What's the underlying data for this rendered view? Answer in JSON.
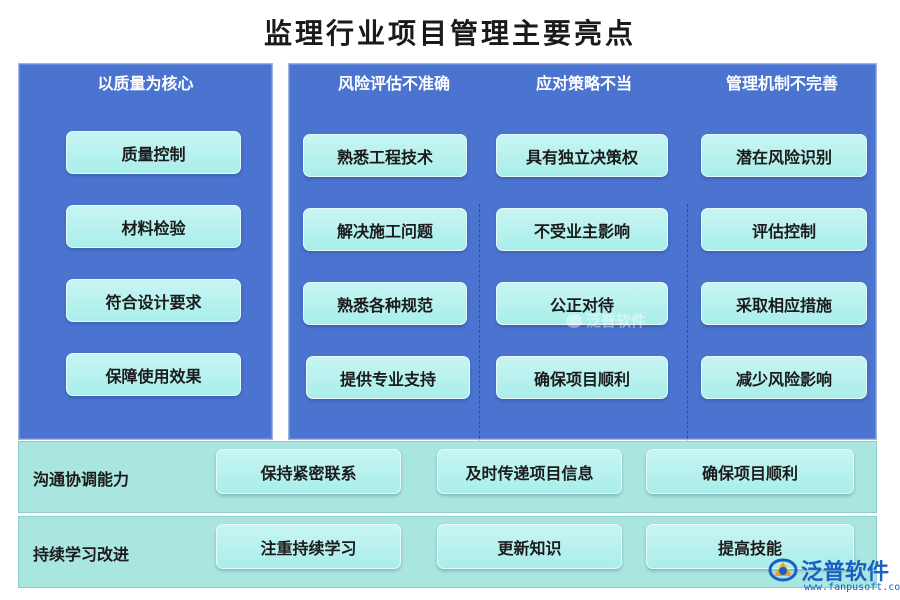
{
  "title": "监理行业项目管理主要亮点",
  "left_panel": {
    "heading": "以质量为核心",
    "items": [
      "质量控制",
      "材料检验",
      "符合设计要求",
      "保障使用效果"
    ]
  },
  "right_panel": {
    "columns": [
      {
        "heading": "风险评估不准确",
        "items": [
          "熟悉工程技术",
          "解决施工问题",
          "熟悉各种规范",
          "提供专业支持"
        ]
      },
      {
        "heading": "应对策略不当",
        "items": [
          "具有独立决策权",
          "不受业主影响",
          "公正对待",
          "确保项目顺利"
        ]
      },
      {
        "heading": "管理机制不完善",
        "items": [
          "潜在风险识别",
          "评估控制",
          "采取相应措施",
          "减少风险影响"
        ]
      }
    ]
  },
  "bands": [
    {
      "label": "沟通协调能力",
      "items": [
        "保持紧密联系",
        "及时传递项目信息",
        "确保项目顺利"
      ]
    },
    {
      "label": "持续学习改进",
      "items": [
        "注重持续学习",
        "更新知识",
        "提高技能"
      ]
    }
  ],
  "watermark": "泛普软件",
  "logo": {
    "name": "泛普软件",
    "url": "www.fanpusoft.com",
    "color": "#1a5fc2"
  },
  "colors": {
    "panel": "#4a74d0",
    "card": "#b8f1ee",
    "band": "#a9e6df"
  }
}
